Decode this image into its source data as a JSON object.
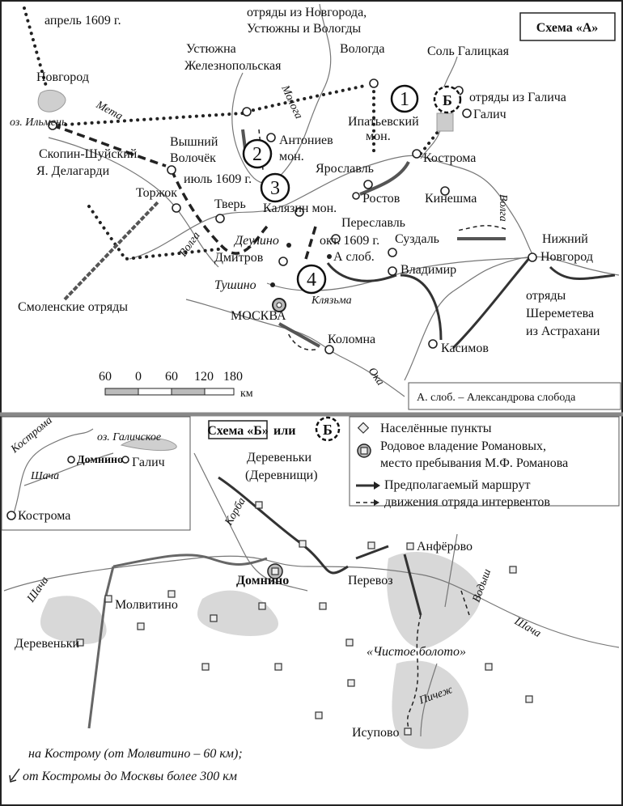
{
  "scheme_a": {
    "title": "Схема «А»",
    "labels": {
      "april": "апрель 1609 г.",
      "detachments_north_1": "отряды из Новгорода,",
      "detachments_north_2": "Устюжны и Вологды",
      "ustyuzhna_1": "Устюжна",
      "ustyuzhna_2": "Железнопольская",
      "vologda": "Вологда",
      "sol_galitskaya": "Соль Галицкая",
      "novgorod": "Новгород",
      "ilmen": "оз. Ильмень",
      "msta": "Мета",
      "mologa": "Молога",
      "ipatiev_1": "Ипатьевский",
      "ipatiev_2": "мон.",
      "galich": "Галич",
      "galich_detachments": "отряды из Галича",
      "vyshny_1": "Вышний",
      "vyshny_2": "Волочёк",
      "antoniev_1": "Антониев",
      "antoniev_2": "мон.",
      "skopin_1": "Скопин-Шуйский",
      "skopin_2": "Я. Делагарди",
      "yaroslavl": "Ярославль",
      "kostroma": "Кострома",
      "july": "июль 1609 г.",
      "torzhok": "Торжок",
      "tver": "Тверь",
      "rostov": "Ростов",
      "kineshma": "Кинешма",
      "kalyazin": "Калязин мон.",
      "volga_east": "Волга",
      "volga_west": "Волга",
      "pereslavl": "Переславль",
      "suzdal": "Суздаль",
      "nizhny_1": "Нижний",
      "nizhny_2": "Новгород",
      "deulino": "Деулино",
      "october": "окт. 1609 г.",
      "dmitrov": "Дмитров",
      "a_slob": "А слоб.",
      "vladimir": "Владимир",
      "tushino": "Тушино",
      "klyazma": "Клязьма",
      "moscow": "МОСКВА",
      "smolensk": "Смоленские отряды",
      "sheremetev_1": "отряды",
      "sheremetev_2": "Шереметева",
      "sheremetev_3": "из Астрахани",
      "kolomna": "Коломна",
      "kasimov": "Касимов",
      "oka": "Ока"
    },
    "markers": [
      "1",
      "2",
      "3",
      "4",
      "Б"
    ],
    "scale": {
      "ticks": [
        "60",
        "0",
        "60",
        "120",
        "180"
      ],
      "unit": "км"
    },
    "note": "А. слоб. – Александрова слобода"
  },
  "scheme_b": {
    "title": "Схема «Б»",
    "or": "или",
    "marker": "Б",
    "inset": {
      "kostroma_river": "Кострома",
      "galich_lake": "оз. Галичское",
      "domnino": "Домнино",
      "galich": "Галич",
      "shacha": "Шача",
      "kostroma": "Кострома"
    },
    "legend": [
      "Населённые пункты",
      "Родовое владение Романовых,",
      "место пребывания М.Ф. Романова",
      "Предполагаемый маршрут",
      "движения отряда интервентов"
    ],
    "labels": {
      "derevenki_1": "Деревеньки",
      "derevenki_2": "(Деревнищи)",
      "korba": "Корба",
      "anferovo": "Анфёрово",
      "perevoz": "Перевоз",
      "domnino": "Домнино",
      "vodysh": "Водыш",
      "shacha_west": "Шача",
      "molvitino": "Молвитино",
      "shacha_east": "Шача",
      "derevenki_sw": "Деревеньки",
      "swamp": "«Чистое болото»",
      "pichezh": "Пичеж",
      "isupovo": "Исупово"
    },
    "note_1": "на Кострому (от Молвитино – 60 км);",
    "note_2": "от Костромы до Москвы более 300 км"
  }
}
